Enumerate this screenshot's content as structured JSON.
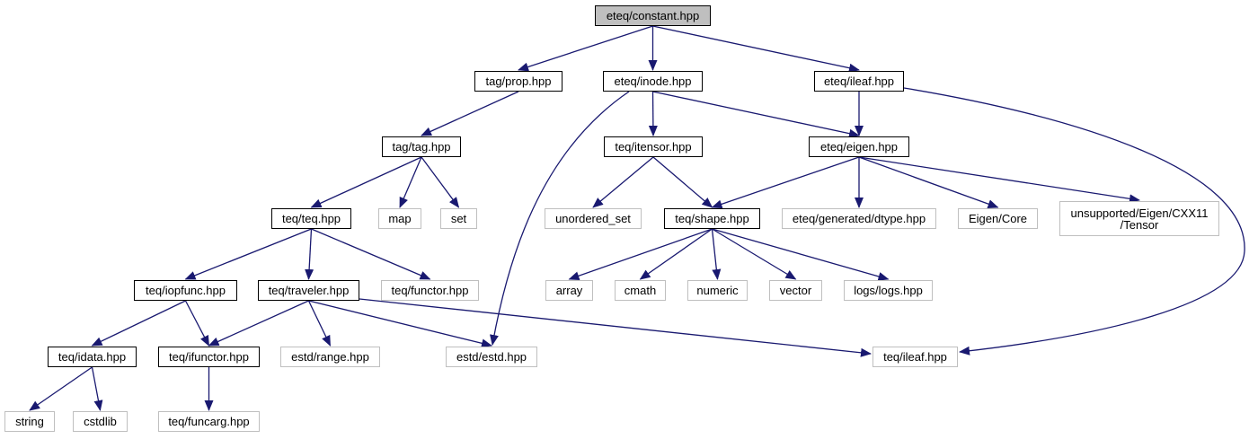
{
  "graph": {
    "edge_color": "#191970",
    "root_fill": "#bfbfbf",
    "external_border": "#bfbfbf",
    "nodes": {
      "constant": "eteq/constant.hpp",
      "prop": "tag/prop.hpp",
      "inode": "eteq/inode.hpp",
      "eteq_ileaf": "eteq/ileaf.hpp",
      "tag": "tag/tag.hpp",
      "itensor": "teq/itensor.hpp",
      "eigen": "eteq/eigen.hpp",
      "teq": "teq/teq.hpp",
      "map": "map",
      "set": "set",
      "unordered_set": "unordered_set",
      "shape": "teq/shape.hpp",
      "dtype": "eteq/generated/dtype.hpp",
      "eigen_core": "Eigen/Core",
      "eigen_tensor": "unsupported/Eigen/CXX11\n/Tensor",
      "iopfunc": "teq/iopfunc.hpp",
      "traveler": "teq/traveler.hpp",
      "functor": "teq/functor.hpp",
      "array": "array",
      "cmath": "cmath",
      "numeric": "numeric",
      "vector": "vector",
      "logs": "logs/logs.hpp",
      "idata": "teq/idata.hpp",
      "ifunctor": "teq/ifunctor.hpp",
      "range": "estd/range.hpp",
      "estd": "estd/estd.hpp",
      "teq_ileaf": "teq/ileaf.hpp",
      "string": "string",
      "cstdlib": "cstdlib",
      "funcarg": "teq/funcarg.hpp"
    },
    "edges": [
      [
        "constant",
        "prop"
      ],
      [
        "constant",
        "inode"
      ],
      [
        "constant",
        "eteq_ileaf"
      ],
      [
        "prop",
        "tag"
      ],
      [
        "inode",
        "itensor"
      ],
      [
        "inode",
        "eigen"
      ],
      [
        "inode",
        "estd"
      ],
      [
        "eteq_ileaf",
        "eigen"
      ],
      [
        "eteq_ileaf",
        "teq_ileaf"
      ],
      [
        "tag",
        "teq"
      ],
      [
        "tag",
        "map"
      ],
      [
        "tag",
        "set"
      ],
      [
        "itensor",
        "unordered_set"
      ],
      [
        "itensor",
        "shape"
      ],
      [
        "eigen",
        "shape"
      ],
      [
        "eigen",
        "dtype"
      ],
      [
        "eigen",
        "eigen_core"
      ],
      [
        "eigen",
        "eigen_tensor"
      ],
      [
        "teq",
        "iopfunc"
      ],
      [
        "teq",
        "traveler"
      ],
      [
        "teq",
        "functor"
      ],
      [
        "shape",
        "array"
      ],
      [
        "shape",
        "cmath"
      ],
      [
        "shape",
        "numeric"
      ],
      [
        "shape",
        "vector"
      ],
      [
        "shape",
        "logs"
      ],
      [
        "iopfunc",
        "idata"
      ],
      [
        "iopfunc",
        "ifunctor"
      ],
      [
        "traveler",
        "ifunctor"
      ],
      [
        "traveler",
        "range"
      ],
      [
        "traveler",
        "estd"
      ],
      [
        "traveler",
        "teq_ileaf"
      ],
      [
        "idata",
        "string"
      ],
      [
        "idata",
        "cstdlib"
      ],
      [
        "ifunctor",
        "funcarg"
      ]
    ]
  }
}
